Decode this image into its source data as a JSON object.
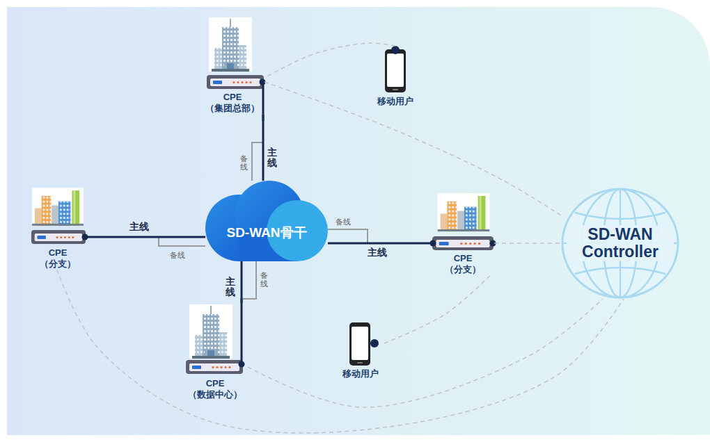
{
  "diagram": {
    "nodes": [
      {
        "text": [
          "CPE （集团总部）"
        ]
      },
      {
        "text": [
          "移动用户"
        ]
      },
      {
        "text": [
          "CPE （分支）"
        ]
      },
      {
        "text": [
          "SD-WAN骨干"
        ]
      },
      {
        "text": [
          "CPE （分支）"
        ]
      },
      {
        "text": [
          "SD-WAN Controller"
        ]
      },
      {
        "text": [
          "移动用户"
        ]
      },
      {
        "text": [
          "CPE （数据中心）"
        ]
      }
    ],
    "edges": [
      {
        "from": 0,
        "to": 3,
        "arrow": "none",
        "label": "主线"
      },
      {
        "from": 0,
        "to": 3,
        "arrow": "none",
        "label": "备线"
      },
      {
        "from": 2,
        "to": 3,
        "arrow": "none",
        "label": "主线"
      },
      {
        "from": 2,
        "to": 3,
        "arrow": "none",
        "label": "备线"
      },
      {
        "from": 4,
        "to": 3,
        "arrow": "none",
        "label": "主线"
      },
      {
        "from": 4,
        "to": 3,
        "arrow": "none",
        "label": "备线"
      },
      {
        "from": 7,
        "to": 3,
        "arrow": "none",
        "label": "主线"
      },
      {
        "from": 7,
        "to": 3,
        "arrow": "none",
        "label": "备线"
      },
      {
        "from": 1,
        "to": 0,
        "arrow": "none"
      },
      {
        "from": 0,
        "to": 5,
        "arrow": "none"
      },
      {
        "from": 2,
        "to": 5,
        "arrow": "none"
      },
      {
        "from": 4,
        "to": 5,
        "arrow": "none"
      },
      {
        "from": 7,
        "to": 5,
        "arrow": "none"
      },
      {
        "from": 6,
        "to": 4,
        "arrow": "none"
      }
    ]
  }
}
